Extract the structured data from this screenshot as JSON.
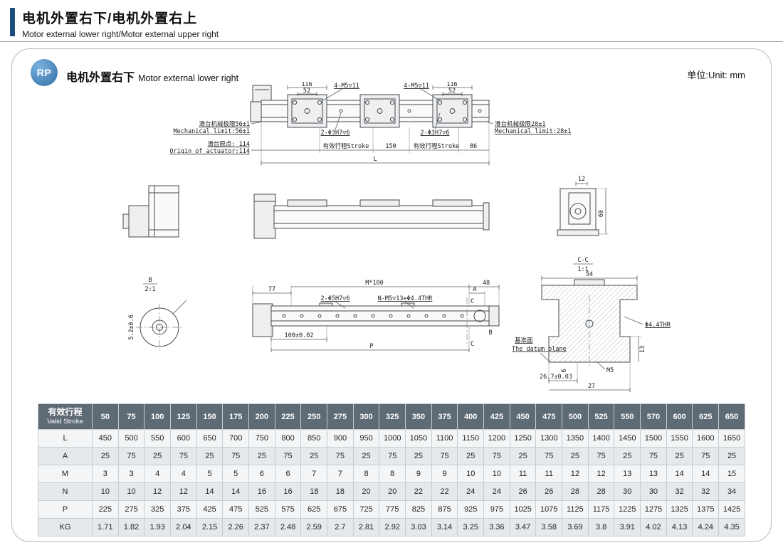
{
  "page": {
    "title_zh": "电机外置右下/电机外置右上",
    "title_en": "Motor external lower right/Motor external upper right"
  },
  "section": {
    "badge": "RP",
    "title_zh": "电机外置右下",
    "title_en": "Motor external lower right",
    "unit_label": "单位:Unit: mm"
  },
  "drawing": {
    "plan": {
      "dim116_left": "116",
      "dim52_left": "52",
      "m5_left": "4-M5▽11",
      "dim116_right": "116",
      "dim52_right": "52",
      "m5_right": "4-M5▽11",
      "pin_left": "2-Φ3H7▽6",
      "pin_right": "2-Φ3H7▽6",
      "mech_left_zh": "滑台机械极限56±1",
      "mech_left_en": "Mechanical limit:56±1",
      "mech_right_zh": "滑台机械极限28±1",
      "mech_right_en": "Mechanical limit:28±1",
      "origin_zh": "滑台原点: 114",
      "origin_en": "Origin of actuator:114",
      "stroke_left": "有效行程Stroke",
      "dim150": "150",
      "stroke_right": "有效行程Stroke",
      "dim86": "86",
      "dimL": "L"
    },
    "end_view": {
      "dim12": "12",
      "dim60": "60"
    },
    "detail_b": {
      "label": "B",
      "scale": "2:1",
      "dim": "5.2±0.6"
    },
    "front": {
      "dim77": "77",
      "dimM100": "M*100",
      "dimA": "A",
      "dim48": "48",
      "pin5": "2-Φ5H7▽6",
      "thread": "N-M5▽13+Φ4.4THR",
      "dim100": "100±0.02",
      "dimP": "P",
      "section_label": "C",
      "marker_b": "B"
    },
    "section_cc": {
      "title": "C-C",
      "scale": "1:1",
      "dim54": "54",
      "thr": "Φ4.4THR",
      "datum_zh": "基准面",
      "datum_en": "The datum plane",
      "dim26": "26.7±0.03",
      "dim27": "27",
      "m5": "M5",
      "dim13": "13",
      "dim6": "6"
    }
  },
  "table": {
    "header_label_zh": "有效行程",
    "header_label_en": "Valid Stroke",
    "strokes": [
      "50",
      "75",
      "100",
      "125",
      "150",
      "175",
      "200",
      "225",
      "250",
      "275",
      "300",
      "325",
      "350",
      "375",
      "400",
      "425",
      "450",
      "475",
      "500",
      "525",
      "550",
      "570",
      "600",
      "625",
      "650"
    ],
    "rows": [
      {
        "label": "L",
        "values": [
          "450",
          "500",
          "550",
          "600",
          "650",
          "700",
          "750",
          "800",
          "850",
          "900",
          "950",
          "1000",
          "1050",
          "1100",
          "1150",
          "1200",
          "1250",
          "1300",
          "1350",
          "1400",
          "1450",
          "1500",
          "1550",
          "1600",
          "1650"
        ]
      },
      {
        "label": "A",
        "values": [
          "25",
          "75",
          "25",
          "75",
          "25",
          "75",
          "25",
          "75",
          "25",
          "75",
          "25",
          "75",
          "25",
          "75",
          "25",
          "75",
          "25",
          "75",
          "25",
          "75",
          "25",
          "75",
          "25",
          "75",
          "25"
        ]
      },
      {
        "label": "M",
        "values": [
          "3",
          "3",
          "4",
          "4",
          "5",
          "5",
          "6",
          "6",
          "7",
          "7",
          "8",
          "8",
          "9",
          "9",
          "10",
          "10",
          "11",
          "11",
          "12",
          "12",
          "13",
          "13",
          "14",
          "14",
          "15"
        ]
      },
      {
        "label": "N",
        "values": [
          "10",
          "10",
          "12",
          "12",
          "14",
          "14",
          "16",
          "16",
          "18",
          "18",
          "20",
          "20",
          "22",
          "22",
          "24",
          "24",
          "26",
          "26",
          "28",
          "28",
          "30",
          "30",
          "32",
          "32",
          "34"
        ]
      },
      {
        "label": "P",
        "values": [
          "225",
          "275",
          "325",
          "375",
          "425",
          "475",
          "525",
          "575",
          "625",
          "675",
          "725",
          "775",
          "825",
          "875",
          "925",
          "975",
          "1025",
          "1075",
          "1125",
          "1175",
          "1225",
          "1275",
          "1325",
          "1375",
          "1425"
        ]
      },
      {
        "label": "KG",
        "values": [
          "1.71",
          "1.82",
          "1.93",
          "2.04",
          "2.15",
          "2.26",
          "2.37",
          "2.48",
          "2.59",
          "2.7",
          "2.81",
          "2.92",
          "3.03",
          "3.14",
          "3.25",
          "3.36",
          "3.47",
          "3.58",
          "3.69",
          "3.8",
          "3.91",
          "4.02",
          "4.13",
          "4.24",
          "4.35"
        ]
      }
    ]
  }
}
